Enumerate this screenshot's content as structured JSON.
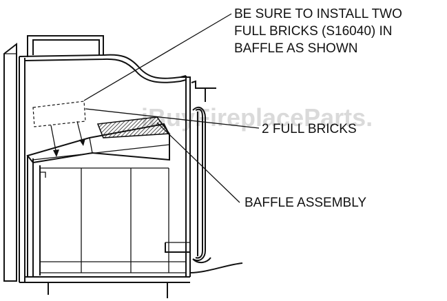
{
  "callouts": {
    "install_note": {
      "line1": "BE SURE TO INSTALL TWO",
      "line2": "FULL BRICKS (S16040) IN",
      "line3": "BAFFLE AS SHOWN"
    },
    "full_bricks": "2 FULL BRICKS",
    "baffle_assembly": "BAFFLE ASSEMBLY"
  },
  "watermark": "iBuyFireplaceParts."
}
